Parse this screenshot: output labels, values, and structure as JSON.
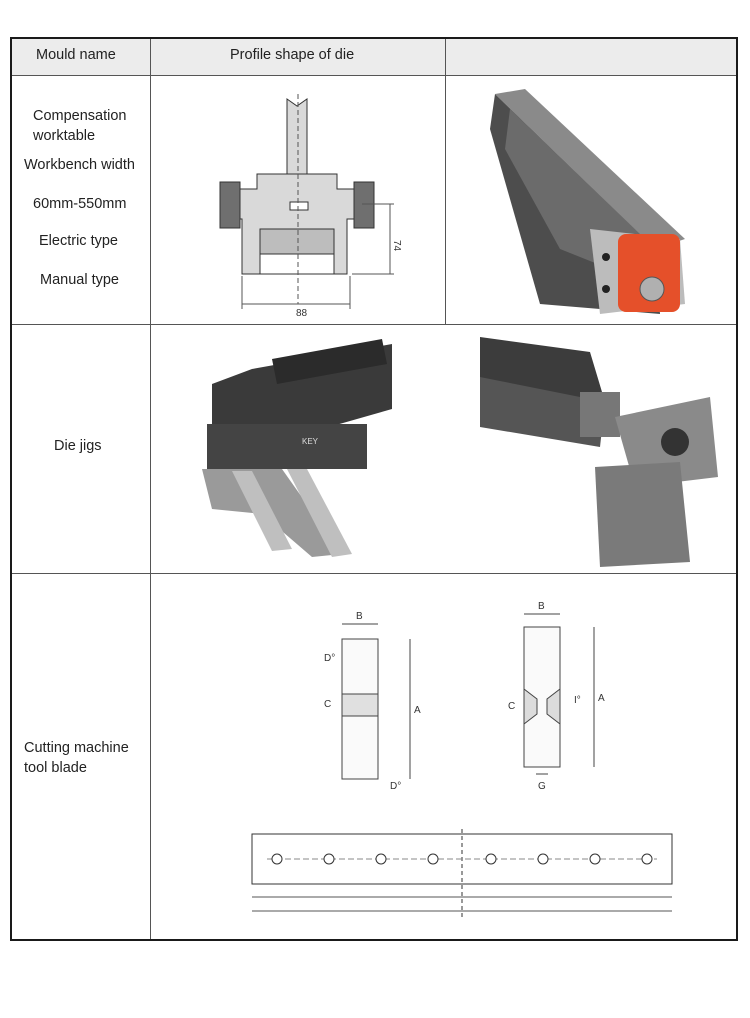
{
  "header": {
    "col1": "Mould name",
    "col2": "Profile shape of die",
    "col3": ""
  },
  "rows": [
    {
      "lines": [
        "Compensation",
        "worktable",
        "Workbench width",
        "60mm-550mm",
        "Electric type",
        "Manual type"
      ],
      "dims": {
        "height": "74",
        "width": "88"
      }
    },
    {
      "lines": [
        "Die jigs"
      ],
      "brand_mark": "KEY"
    },
    {
      "lines": [
        "Cutting machine",
        "tool blade"
      ],
      "labels": {
        "b": "B",
        "a": "A",
        "c": "C",
        "d": "D°",
        "i": "I°",
        "g": "G"
      }
    }
  ],
  "colors": {
    "border": "#1a1a1a",
    "header_bg": "#ececec",
    "safety_orange": "#e5502a"
  }
}
